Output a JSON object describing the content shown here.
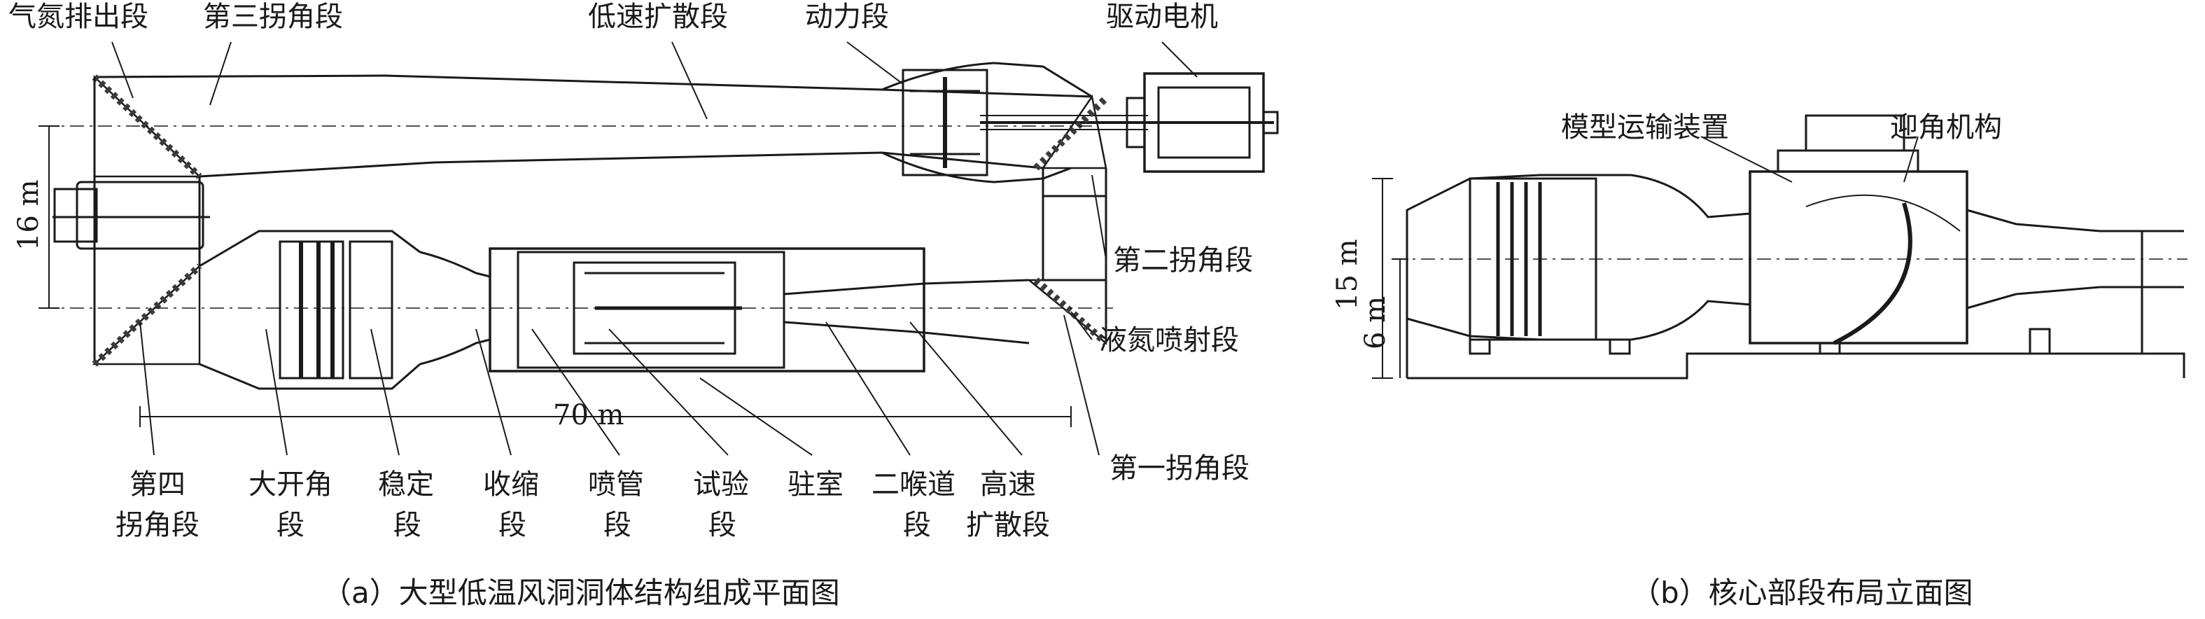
{
  "colors": {
    "line": "#1a1a1a",
    "background": "#ffffff",
    "hatch": "#3a3a3a"
  },
  "panel_a": {
    "caption": "（a）大型低温风洞洞体结构组成平面图",
    "top_labels": {
      "n2_exhaust": "气氮排出段",
      "third_corner": "第三拐角段",
      "low_speed_diffuser": "低速扩散段",
      "power_section": "动力段",
      "drive_motor": "驱动电机"
    },
    "right_labels": {
      "second_corner": "第二拐角段",
      "ln2_injection": "液氮喷射段",
      "first_corner": "第一拐角段"
    },
    "bottom_labels": {
      "fourth_corner_1": "第四",
      "fourth_corner_2": "拐角段",
      "wide_angle_1": "大开角",
      "wide_angle_2": "段",
      "settling_1": "稳定",
      "settling_2": "段",
      "contraction_1": "收缩",
      "contraction_2": "段",
      "nozzle_1": "喷管",
      "nozzle_2": "段",
      "test_1": "试验",
      "test_2": "段",
      "plenum": "驻室",
      "second_throat_1": "二喉道",
      "second_throat_2": "段",
      "high_speed_diffuser_1": "高速",
      "high_speed_diffuser_2": "扩散段"
    },
    "dimensions": {
      "height": "16 m",
      "length": "70 m"
    }
  },
  "panel_b": {
    "caption": "（b）核心部段布局立面图",
    "labels": {
      "model_transport": "模型运输装置",
      "aoa_mechanism": "迎角机构"
    },
    "dimensions": {
      "height": "15 m",
      "axis_height": "6 m"
    }
  }
}
